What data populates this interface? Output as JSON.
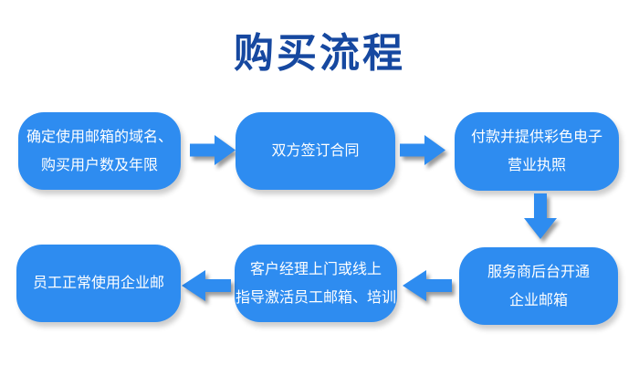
{
  "title": "购买流程",
  "colors": {
    "background": "#FFFFFF",
    "title_color": "#1648A0",
    "box_color": "#2E8CF0",
    "arrow_color": "#2E8CF0",
    "text_color": "#FFFFFF"
  },
  "steps": [
    {
      "id": 1,
      "lines": [
        "确定使用邮箱的域名、",
        "购买用户数及年限"
      ]
    },
    {
      "id": 2,
      "lines": [
        "双方签订合同"
      ]
    },
    {
      "id": 3,
      "lines": [
        "付款并提供彩色电子",
        "营业执照"
      ]
    },
    {
      "id": 4,
      "lines": [
        "服务商后台开通",
        "企业邮箱"
      ]
    },
    {
      "id": 5,
      "lines": [
        "客户经理上门或线上",
        "指导激活员工邮箱、培训"
      ]
    },
    {
      "id": 6,
      "lines": [
        "员工正常使用企业邮"
      ]
    }
  ],
  "arrows": [
    {
      "from": 1,
      "to": 2,
      "direction": "right"
    },
    {
      "from": 2,
      "to": 3,
      "direction": "right"
    },
    {
      "from": 3,
      "to": 4,
      "direction": "down"
    },
    {
      "from": 4,
      "to": 5,
      "direction": "left"
    },
    {
      "from": 5,
      "to": 6,
      "direction": "left"
    }
  ]
}
